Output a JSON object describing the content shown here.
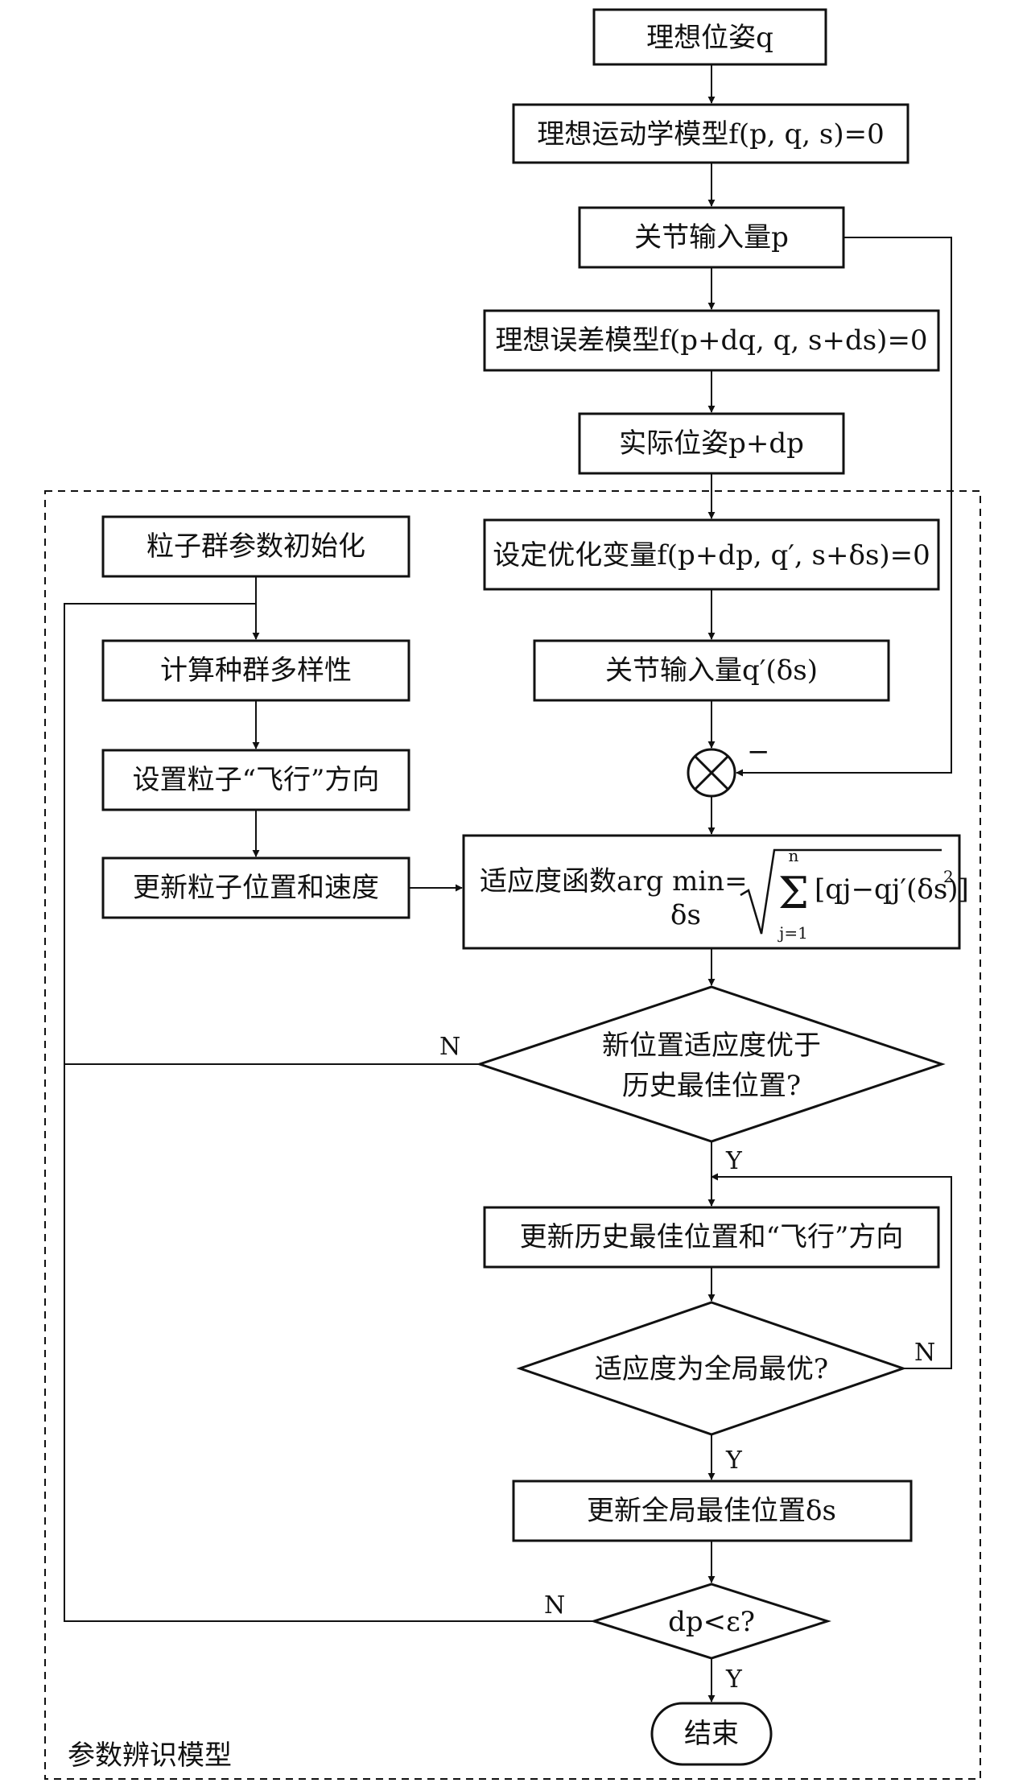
{
  "diagram": {
    "nodes": {
      "ideal_pose": "理想位姿q",
      "ideal_kinematics": "理想运动学模型f(p, q, s)=0",
      "joint_input_p": "关节输入量p",
      "ideal_error_model": "理想误差模型f(p+dq, q, s+ds)=0",
      "actual_pose": "实际位姿p+dp",
      "set_opt_var": "设定优化变量f(p+dp, q′, s+δs)=0",
      "joint_input_q": "关节输入量q′(δs)",
      "fitness": "适应度函数arg min=√Σ[qj−qj′(δs)]²",
      "fitness_prefix": "适应度函数arg min=",
      "fitness_sub": "δs",
      "fitness_upper": "n",
      "fitness_lower": "j=1",
      "fitness_sigma": "Σ",
      "fitness_body": "[qj−qj′(δs)]",
      "fitness_sq": "2",
      "pso_init": "粒子群参数初始化",
      "calc_diversity": "计算种群多样性",
      "set_direction": "设置粒子“飞行”方向",
      "update_pos_vel": "更新粒子位置和速度",
      "decision_new_pos_line1": "新位置适应度优于",
      "decision_new_pos_line2": "历史最佳位置?",
      "update_hist_best": "更新历史最佳位置和“飞行”方向",
      "decision_global": "适应度为全局最优?",
      "update_global_best": "更新全局最佳位置δs",
      "decision_dp": "dp<ε?",
      "end": "结束",
      "summing_minus": "−"
    },
    "branch_labels": {
      "yes": "Y",
      "no": "N"
    },
    "group_label": "参数辨识模型"
  }
}
